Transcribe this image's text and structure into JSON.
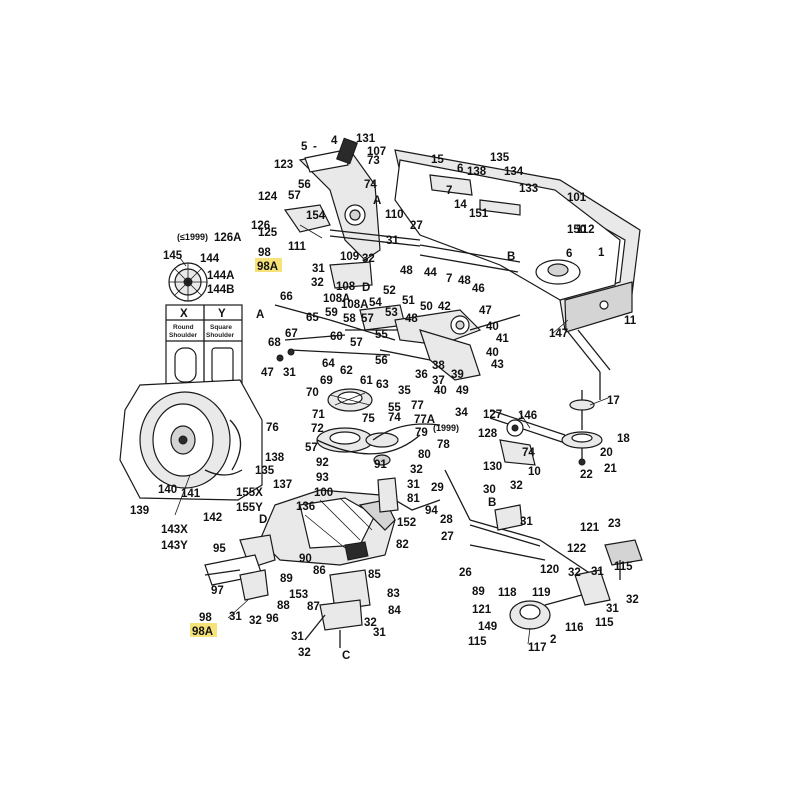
{
  "highlight_color": "#f7e27a",
  "line_color": "#1a1a1a",
  "callouts": {
    "c1": "1",
    "c2": "2",
    "c4": "4",
    "c5": "5",
    "c6a": "6",
    "c6b": "6",
    "c7": "7",
    "c10": "10",
    "c11": "11",
    "c14": "14",
    "c15": "15",
    "c17": "17",
    "c18": "18",
    "c20": "20",
    "c21": "21",
    "c22": "22",
    "c23": "23",
    "c26": "26",
    "c27a": "27",
    "c27b": "27",
    "c28": "28",
    "c29": "29",
    "c30": "30",
    "c31a": "31",
    "c31b": "31",
    "c31c": "31",
    "c31d": "31",
    "c31e": "31",
    "c31f": "31",
    "c31g": "31",
    "c31h": "31",
    "c31i": "31",
    "c31j": "31",
    "c32a": "32",
    "c32b": "32",
    "c32c": "32",
    "c32d": "32",
    "c32e": "32",
    "c32f": "32",
    "c32g": "32",
    "c32h": "32",
    "c32i": "32",
    "c34": "34",
    "c35": "35",
    "c36": "36",
    "c37": "37",
    "c38": "38",
    "c39": "39",
    "c40a": "40",
    "c40b": "40",
    "c41": "41",
    "c42": "42",
    "c43": "43",
    "c44": "44",
    "c46": "46",
    "c47a": "47",
    "c47b": "47",
    "c48a": "48",
    "c48b": "48",
    "c49": "49",
    "c50": "50",
    "c51": "51",
    "c52": "52",
    "c53": "53",
    "c54": "54",
    "c55": "55",
    "c56a": "56",
    "c56b": "56",
    "c57a": "57",
    "c57b": "57",
    "c57c": "57",
    "c58": "58",
    "c59": "59",
    "c60": "60",
    "c61": "61",
    "c62": "62",
    "c63": "63",
    "c64": "64",
    "c65": "65",
    "c66": "66",
    "c67": "67",
    "c68": "68",
    "c69": "69",
    "c70": "70",
    "c71": "71",
    "c72": "72",
    "c73": "73",
    "c74a": "74",
    "c74b": "74",
    "c75": "75",
    "c76": "76",
    "c77": "77",
    "c77a": "77A",
    "c78": "78",
    "c79": "79",
    "c80": "80",
    "c81": "81",
    "c82": "82",
    "c83": "83",
    "c84": "84",
    "c85": "85",
    "c86": "86",
    "c87": "87",
    "c88": "88",
    "c89a": "89",
    "c89b": "89",
    "c90": "90",
    "c91": "91",
    "c92": "92",
    "c93": "93",
    "c94": "94",
    "c95": "95",
    "c96": "96",
    "c97": "97",
    "c98a": "98",
    "c98b": "98",
    "c100": "100",
    "c101": "101",
    "c107": "107",
    "c108": "108",
    "c108a": "108A",
    "c109": "109",
    "c110": "110",
    "c111": "111",
    "c112": "112",
    "c115a": "115",
    "c115b": "115",
    "c115c": "115",
    "c116": "116",
    "c117": "117",
    "c118": "118",
    "c119": "119",
    "c120": "120",
    "c121a": "121",
    "c121b": "121",
    "c122": "122",
    "c123": "123",
    "c124": "124",
    "c125": "125",
    "c126": "126",
    "c126a": "126A",
    "c127": "127",
    "c128": "128",
    "c130": "130",
    "c131": "131",
    "c133": "133",
    "c134": "134",
    "c135a": "135",
    "c135b": "135",
    "c136": "136",
    "c137": "137",
    "c138a": "138",
    "c138b": "138",
    "c139": "139",
    "c140": "140",
    "c141": "141",
    "c142": "142",
    "c143x": "143X",
    "c143y": "143Y",
    "c144": "144",
    "c144a": "144A",
    "c144b": "144B",
    "c145": "145",
    "c146": "146",
    "c147": "147",
    "c149": "149",
    "c150": "150",
    "c151": "151",
    "c152": "152",
    "c153": "153",
    "c154": "154",
    "c155x": "155X",
    "c155y": "155Y"
  },
  "highlighted": {
    "h98a_top": "98A",
    "h98a_bottom": "98A"
  },
  "reference_letters": {
    "ra1": "A",
    "ra2": "A",
    "rb1": "B",
    "rb2": "B",
    "rc1": "C",
    "rd1": "D",
    "rd2": "D"
  },
  "year_notes": {
    "n1999a": "(≤1999)",
    "n1999b": "(1999)"
  },
  "tire_tread_box": {
    "col_x": "X",
    "col_y": "Y",
    "x_text_1": "Round",
    "x_text_2": "Shoulder",
    "y_text_1": "Square",
    "y_text_2": "Shoulder"
  }
}
